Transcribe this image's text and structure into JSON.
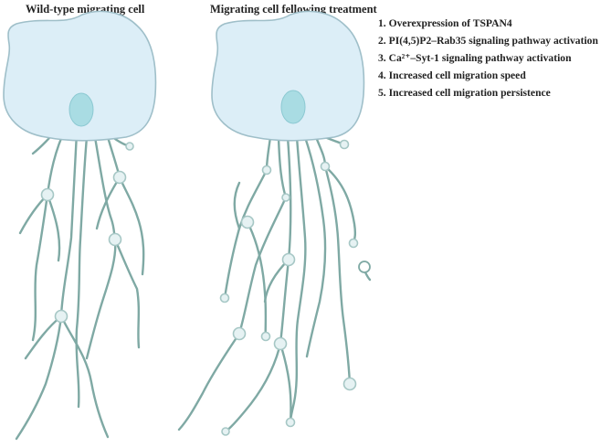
{
  "panels": {
    "left_title": "Wild-type migrating cell",
    "right_title": "Migrating cell fellowing treatment"
  },
  "legend": {
    "items": [
      {
        "num": "1.",
        "text": " Overexpression of TSPAN4"
      },
      {
        "num": "2.",
        "text": "PI(4,5)P2–Rab35 signaling pathway activation"
      },
      {
        "num": "3.",
        "text": "Ca²⁺–Syt-1 signaling pathway activation"
      },
      {
        "num": "4.",
        "text": "Increased cell migration speed"
      },
      {
        "num": "5.",
        "text": "Increased cell migration persistence"
      }
    ]
  },
  "colors": {
    "cell_fill": "#dceef7",
    "nucleus": "#a9dce3",
    "retraction_fiber": "#7fa9a4",
    "migrasome": "#e6f2f3"
  }
}
